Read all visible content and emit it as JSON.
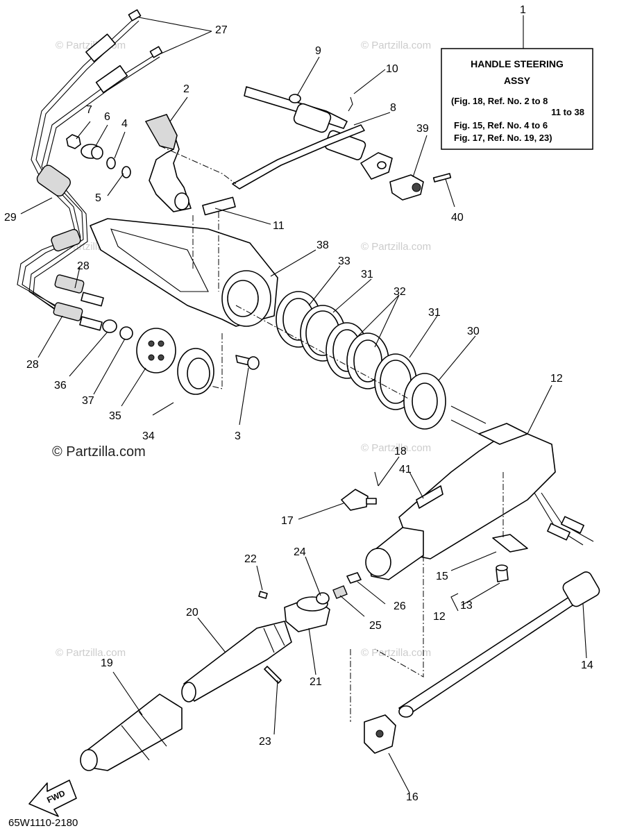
{
  "note_box": {
    "ref": "1",
    "title_line1": "HANDLE STEERING",
    "title_line2": "ASSY",
    "lines": [
      "(Fig. 18, Ref. No. 2 to 8",
      "11 to 38",
      "Fig. 15, Ref. No. 4 to 6",
      "Fig. 17, Ref. No. 19, 23)"
    ]
  },
  "watermark": {
    "text": "© Partzilla.com",
    "strong_text": "© Partzilla.com",
    "color": "#cccccc"
  },
  "callouts": [
    {
      "id": "c2",
      "label": "2"
    },
    {
      "id": "c3",
      "label": "3"
    },
    {
      "id": "c4",
      "label": "4"
    },
    {
      "id": "c5",
      "label": "5"
    },
    {
      "id": "c6",
      "label": "6"
    },
    {
      "id": "c7",
      "label": "7"
    },
    {
      "id": "c8",
      "label": "8"
    },
    {
      "id": "c9",
      "label": "9"
    },
    {
      "id": "c10",
      "label": "10"
    },
    {
      "id": "c11",
      "label": "11"
    },
    {
      "id": "c12a",
      "label": "12"
    },
    {
      "id": "c12b",
      "label": "12"
    },
    {
      "id": "c13",
      "label": "13"
    },
    {
      "id": "c14",
      "label": "14"
    },
    {
      "id": "c15",
      "label": "15"
    },
    {
      "id": "c16",
      "label": "16"
    },
    {
      "id": "c17",
      "label": "17"
    },
    {
      "id": "c18",
      "label": "18"
    },
    {
      "id": "c19",
      "label": "19"
    },
    {
      "id": "c20",
      "label": "20"
    },
    {
      "id": "c21",
      "label": "21"
    },
    {
      "id": "c22",
      "label": "22"
    },
    {
      "id": "c23",
      "label": "23"
    },
    {
      "id": "c24",
      "label": "24"
    },
    {
      "id": "c25",
      "label": "25"
    },
    {
      "id": "c26",
      "label": "26"
    },
    {
      "id": "c27",
      "label": "27"
    },
    {
      "id": "c28a",
      "label": "28"
    },
    {
      "id": "c28b",
      "label": "28"
    },
    {
      "id": "c29",
      "label": "29"
    },
    {
      "id": "c30",
      "label": "30"
    },
    {
      "id": "c31a",
      "label": "31"
    },
    {
      "id": "c31b",
      "label": "31"
    },
    {
      "id": "c32",
      "label": "32"
    },
    {
      "id": "c33",
      "label": "33"
    },
    {
      "id": "c34",
      "label": "34"
    },
    {
      "id": "c35",
      "label": "35"
    },
    {
      "id": "c36",
      "label": "36"
    },
    {
      "id": "c37",
      "label": "37"
    },
    {
      "id": "c38",
      "label": "38"
    },
    {
      "id": "c39",
      "label": "39"
    },
    {
      "id": "c40",
      "label": "40"
    },
    {
      "id": "c41",
      "label": "41"
    }
  ],
  "fwd_label": "FWD",
  "diagram_code": "65W1110-2180"
}
